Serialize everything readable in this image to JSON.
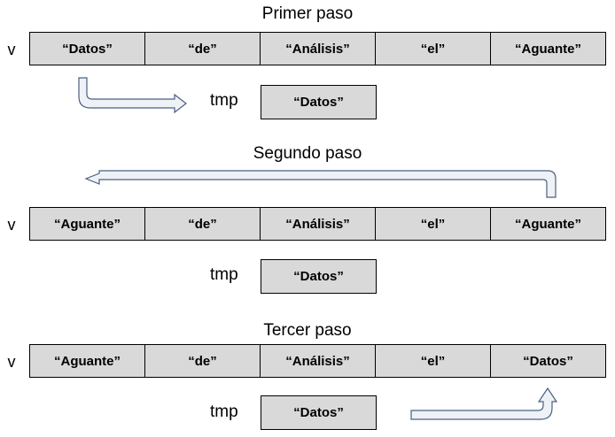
{
  "steps": [
    {
      "title": "Primer paso",
      "var_label": "v",
      "cells": [
        "“Datos”",
        "“de”",
        "“Análisis”",
        "“el”",
        "“Aguante”"
      ],
      "tmp_label": "tmp",
      "tmp_value": "“Datos”"
    },
    {
      "title": "Segundo paso",
      "var_label": "v",
      "cells": [
        "“Aguante”",
        "“de”",
        "“Análisis”",
        "“el”",
        "“Aguante”"
      ],
      "tmp_label": "tmp",
      "tmp_value": "“Datos”"
    },
    {
      "title": "Tercer paso",
      "var_label": "v",
      "cells": [
        "“Aguante”",
        "“de”",
        "“Análisis”",
        "“el”",
        "“Datos”"
      ],
      "tmp_label": "tmp",
      "tmp_value": "“Datos”"
    }
  ],
  "colors": {
    "cell_fill": "#d9d9d9",
    "arrow_fill": "#eef2f7",
    "arrow_stroke": "#4a6080"
  }
}
